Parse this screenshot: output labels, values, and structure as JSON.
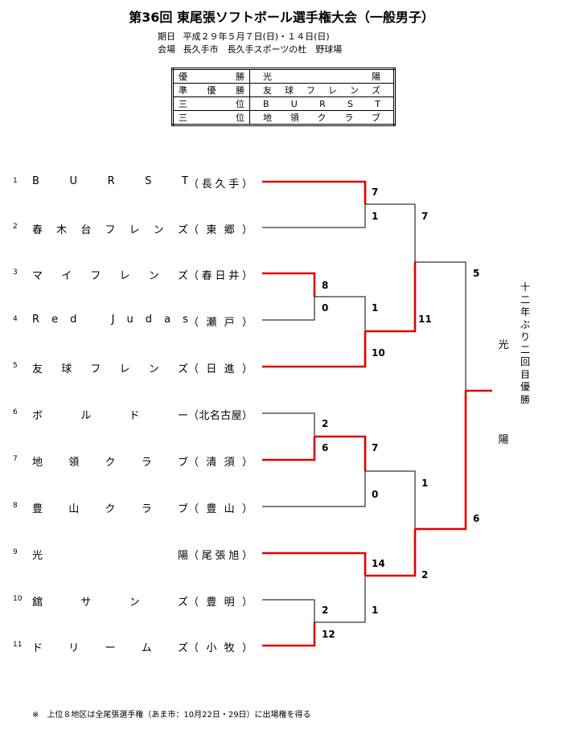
{
  "title": "第36回 東尾張ソフトボール選手権大会（一般男子）",
  "event": {
    "date_label": "期日",
    "date_value": "平成２９年５月７日(日)・１４日(日)",
    "venue_label": "会場",
    "venue_value": "長久手市　長久手スポーツの杜　野球場"
  },
  "results": [
    {
      "rank": "優勝",
      "team": "光陽"
    },
    {
      "rank": "準優勝",
      "team": "友球フレンズ"
    },
    {
      "rank": "三位",
      "team": "BURST"
    },
    {
      "rank": "三位",
      "team": "地領クラブ"
    }
  ],
  "teams": [
    {
      "num": "1",
      "name": "BURST",
      "region": "長久手"
    },
    {
      "num": "2",
      "name": "春木台フレンズ",
      "region": "東郷"
    },
    {
      "num": "3",
      "name": "マイフレンズ",
      "region": "春日井"
    },
    {
      "num": "4",
      "name": "Red Judas",
      "region": "瀬戸"
    },
    {
      "num": "5",
      "name": "友球フレンズ",
      "region": "日進"
    },
    {
      "num": "6",
      "name": "ボルドー",
      "region": "北名古屋"
    },
    {
      "num": "7",
      "name": "地領クラブ",
      "region": "清須"
    },
    {
      "num": "8",
      "name": "豊山クラブ",
      "region": "豊山"
    },
    {
      "num": "9",
      "name": "光陽",
      "region": "尾張旭"
    },
    {
      "num": "10",
      "name": "舘サンズ",
      "region": "豊明"
    },
    {
      "num": "11",
      "name": "ドリームズ",
      "region": "小牧"
    }
  ],
  "scores": [
    "7",
    "1",
    "8",
    "0",
    "1",
    "10",
    "7",
    "11",
    "2",
    "6",
    "7",
    "0",
    "1",
    "14",
    "2",
    "1",
    "2",
    "12",
    "5",
    "6"
  ],
  "champion": {
    "name": "光陽",
    "remark": "十二年ぶり二回目優勝"
  },
  "note": "※　上位８地区は全尾張選手権（あま市：10月22日・29日）に出場権を得る",
  "colors": {
    "winner_line": "#e00000",
    "line": "#000000"
  }
}
